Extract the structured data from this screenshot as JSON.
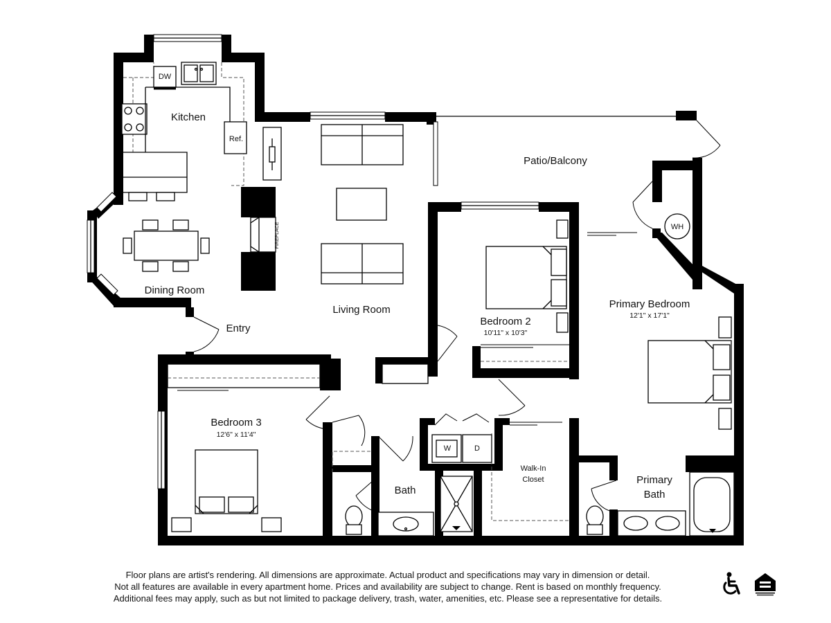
{
  "rooms": {
    "kitchen": "Kitchen",
    "dining": "Dining Room",
    "living": "Living Room",
    "entry": "Entry",
    "patio": "Patio/Balcony",
    "bedroom2": "Bedroom 2",
    "bedroom2_dim": "10'11\" x 10'3\"",
    "primary_bedroom": "Primary Bedroom",
    "primary_bedroom_dim": "12'1\" x 17'1\"",
    "bedroom3": "Bedroom 3",
    "bedroom3_dim": "12'6\" x 11'4\"",
    "bath": "Bath",
    "walkin_line1": "Walk-In",
    "walkin_line2": "Closet",
    "primary_bath_line1": "Primary",
    "primary_bath_line2": "Bath"
  },
  "fixtures": {
    "dishwasher": "DW",
    "refrigerator": "Ref.",
    "fireplace": "FIREPLACE",
    "water_heater": "WH",
    "washer": "W",
    "dryer": "D"
  },
  "disclaimer": [
    "Floor plans are artist's rendering. All dimensions are approximate. Actual product and specifications may vary in dimension or detail.",
    "Not all features are available in every apartment home. Prices and availability are subject to change. Rent is based on monthly frequency.",
    "Additional fees may apply, such as but not limited to package delivery, trash, water, amenities, etc. Please see a representative for details."
  ],
  "icons": {
    "accessibility": "wheelchair-icon",
    "housing": "equal-housing-opportunity-icon"
  }
}
